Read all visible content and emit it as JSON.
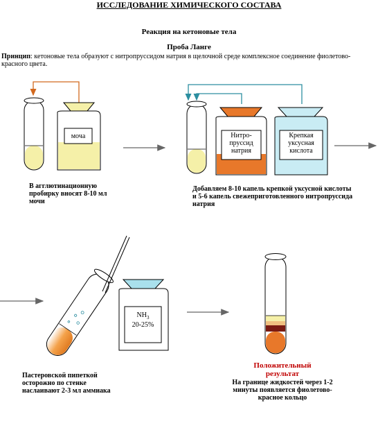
{
  "header": "ИССЛЕДОВАНИЕ ХИМИЧЕСКОГО СОСТАВА",
  "subtitle": "Реакция на кетоновые тела",
  "test_name": "Проба Ланге",
  "principle": {
    "label": "Принцип",
    "text": ": кетоновые тела образуют с нитропруссидом натрия в щелочной среде комплексное соединение фиолетово-красного цвета."
  },
  "jars": {
    "urine": "моча",
    "nitroprusside": "Нитро-пруссид натрия",
    "acetic": "Крепкая уксусная кислота",
    "ammonia_formula": "NH",
    "ammonia_sub": "3",
    "ammonia_conc": "20-25%"
  },
  "steps": {
    "step1": "В агглютинационную пробирку вносят 8-10 мл мочи",
    "step2": "Добавляем 8-10 капель крепкой уксусной кислоты и 5-6 капель свежеприготовленного нитропруссида натрия",
    "step3": "Пастеровской пипеткой осторожно по стенке наслаивают 2-3 мл аммиака"
  },
  "result": {
    "title": "Положительный результат",
    "text": "На границе жидкостей через 1-2 минуты появляется фиолетово-красное кольцо"
  },
  "colors": {
    "urine": "#f5f0a8",
    "nitroprusside": "#e8782a",
    "acetic": "#c9ecf4",
    "ammonia_funnel": "#a9e0ec",
    "arrow_orange": "#d2691e",
    "arrow_teal": "#2c8ea0",
    "ring_purple": "#7a1b12",
    "result_red": "#c00000"
  }
}
